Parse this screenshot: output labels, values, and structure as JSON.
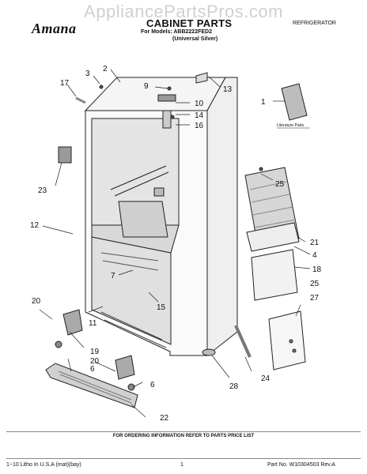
{
  "watermark": "AppliancePartsPros.com",
  "header": {
    "brand": "Amana",
    "title": "CABINET PARTS",
    "models_line1": "For Models: ABB2222FED2",
    "models_line2": "(Universal Silver)",
    "category": "REFRIGERATOR"
  },
  "diagram": {
    "literature_label": "Literature Parts",
    "callouts": [
      "1",
      "2",
      "3",
      "4",
      "6",
      "6",
      "7",
      "9",
      "10",
      "11",
      "12",
      "13",
      "14",
      "15",
      "16",
      "17",
      "18",
      "19",
      "20",
      "20",
      "21",
      "22",
      "23",
      "24",
      "25",
      "25",
      "27",
      "28"
    ]
  },
  "footer": {
    "ordering_info": "FOR ORDERING INFORMATION REFER TO PARTS PRICE LIST",
    "left": "1−10 Litho In U.S.A (mat)(bay)",
    "page": "1",
    "part_no": "Part No. W10304503 Rev.A"
  }
}
